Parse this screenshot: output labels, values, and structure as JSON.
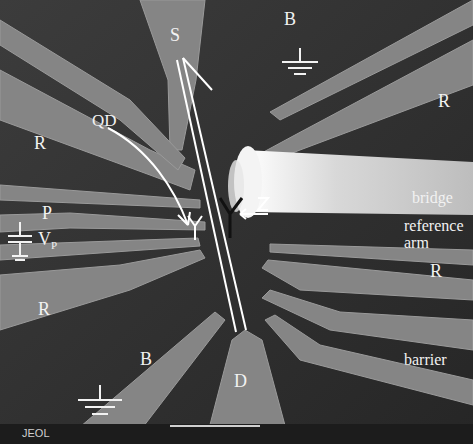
{
  "diagram": {
    "labels": [
      "S",
      "B",
      "R",
      "QD",
      "R",
      "bridge",
      "P",
      "V",
      "P",
      "reference arm",
      "R",
      "R",
      "B",
      "barrier",
      "D",
      "JEOL"
    ]
  }
}
